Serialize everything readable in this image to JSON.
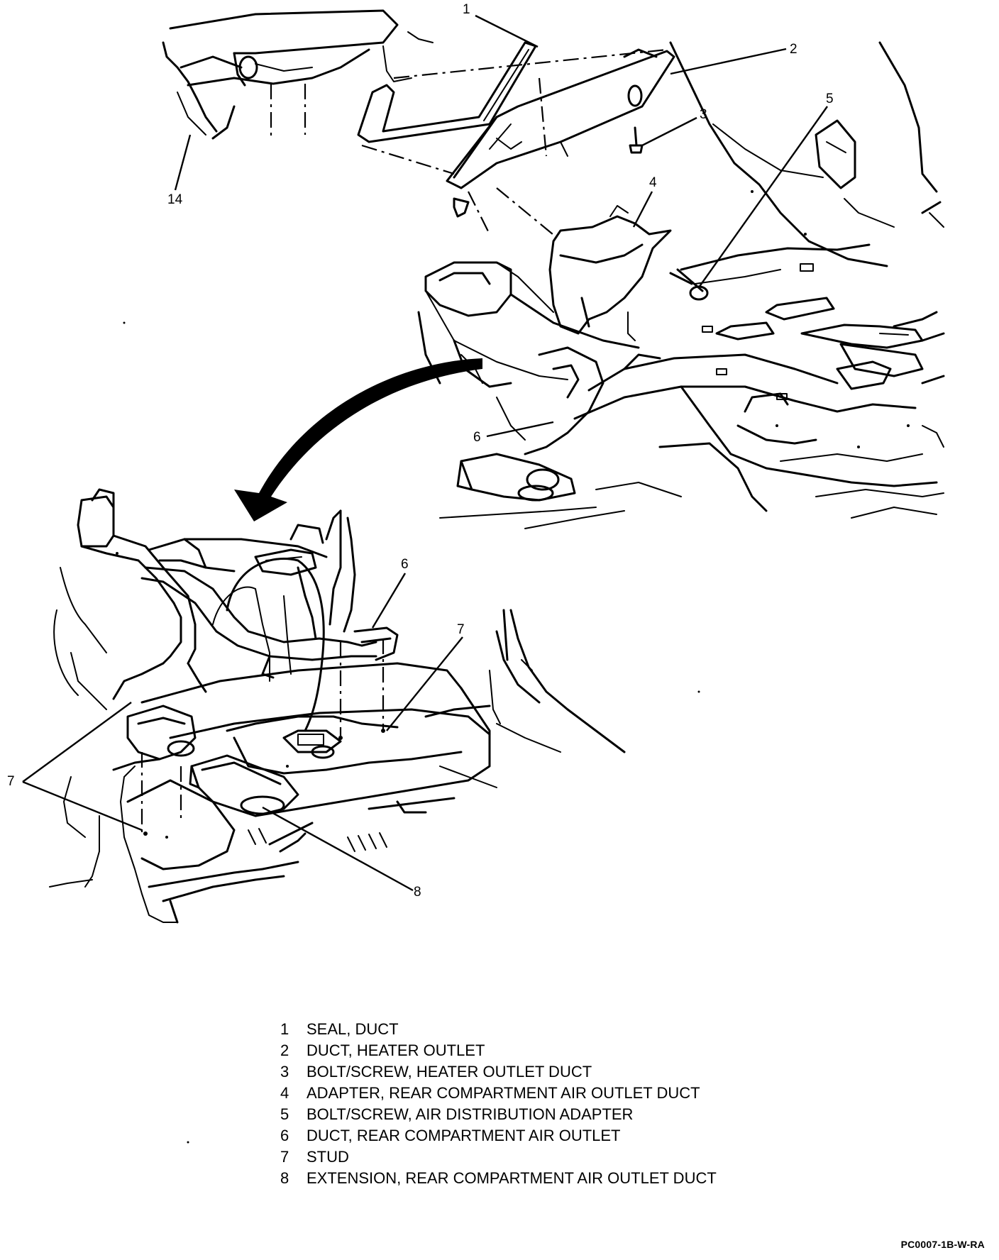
{
  "callouts": [
    "1",
    "2",
    "3",
    "4",
    "5",
    "6",
    "14",
    "6",
    "7",
    "7",
    "8"
  ],
  "legend": [
    {
      "num": "1",
      "text": "SEAL, DUCT"
    },
    {
      "num": "2",
      "text": "DUCT, HEATER OUTLET"
    },
    {
      "num": "3",
      "text": "BOLT/SCREW, HEATER OUTLET DUCT"
    },
    {
      "num": "4",
      "text": "ADAPTER, REAR COMPARTMENT AIR OUTLET DUCT"
    },
    {
      "num": "5",
      "text": "BOLT/SCREW, AIR DISTRIBUTION ADAPTER"
    },
    {
      "num": "6",
      "text": "DUCT, REAR COMPARTMENT AIR OUTLET"
    },
    {
      "num": "7",
      "text": "STUD"
    },
    {
      "num": "8",
      "text": "EXTENSION, REAR COMPARTMENT AIR OUTLET DUCT"
    }
  ],
  "figure_code": "PC0007-1B-W-RA"
}
